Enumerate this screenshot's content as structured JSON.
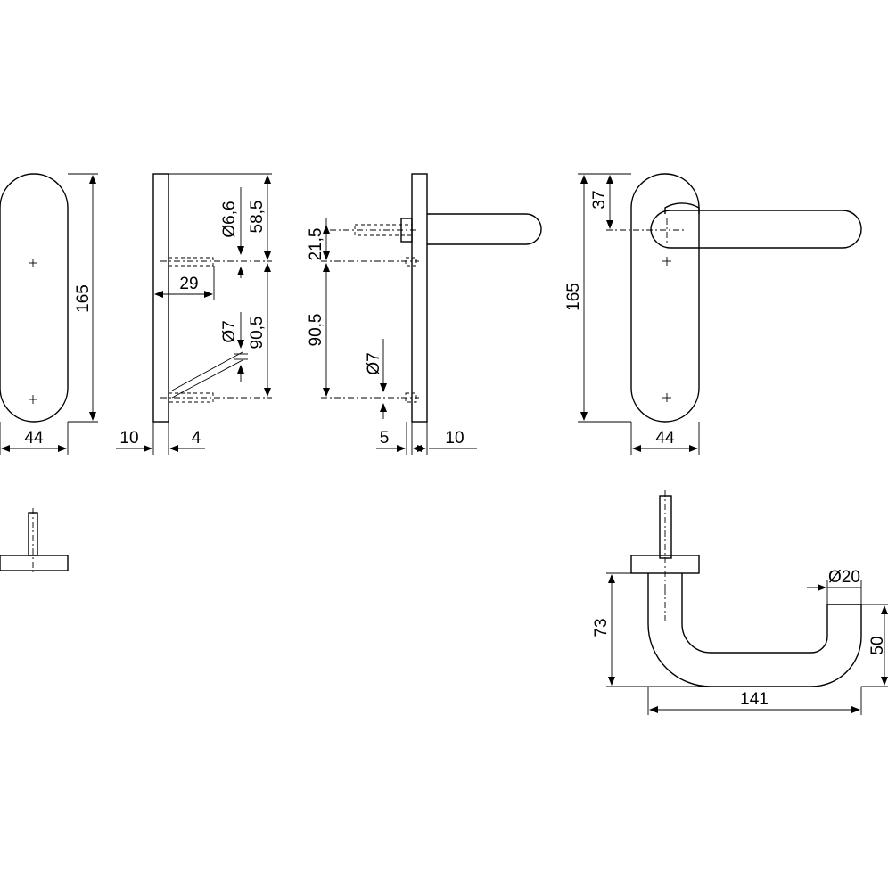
{
  "dimensions": {
    "front_height": "165",
    "front_width": "44",
    "plate_thickness": "10",
    "spindle_offset": "4",
    "screw_projection": "29",
    "dia_upper": "Ø6,6",
    "dist_top_to_spindle": "58,5",
    "dia_lower": "Ø7",
    "dist_spindle_to_cylinder": "90,5",
    "side_upper": "21,5",
    "side_middle": "90,5",
    "side_dia": "Ø7",
    "side_offset": "5",
    "side_thickness": "10",
    "lever_top": "37",
    "lever_height": "165",
    "lever_width": "44",
    "handle_dia": "Ø20",
    "handle_drop": "73",
    "handle_projection": "50",
    "handle_length": "141"
  }
}
